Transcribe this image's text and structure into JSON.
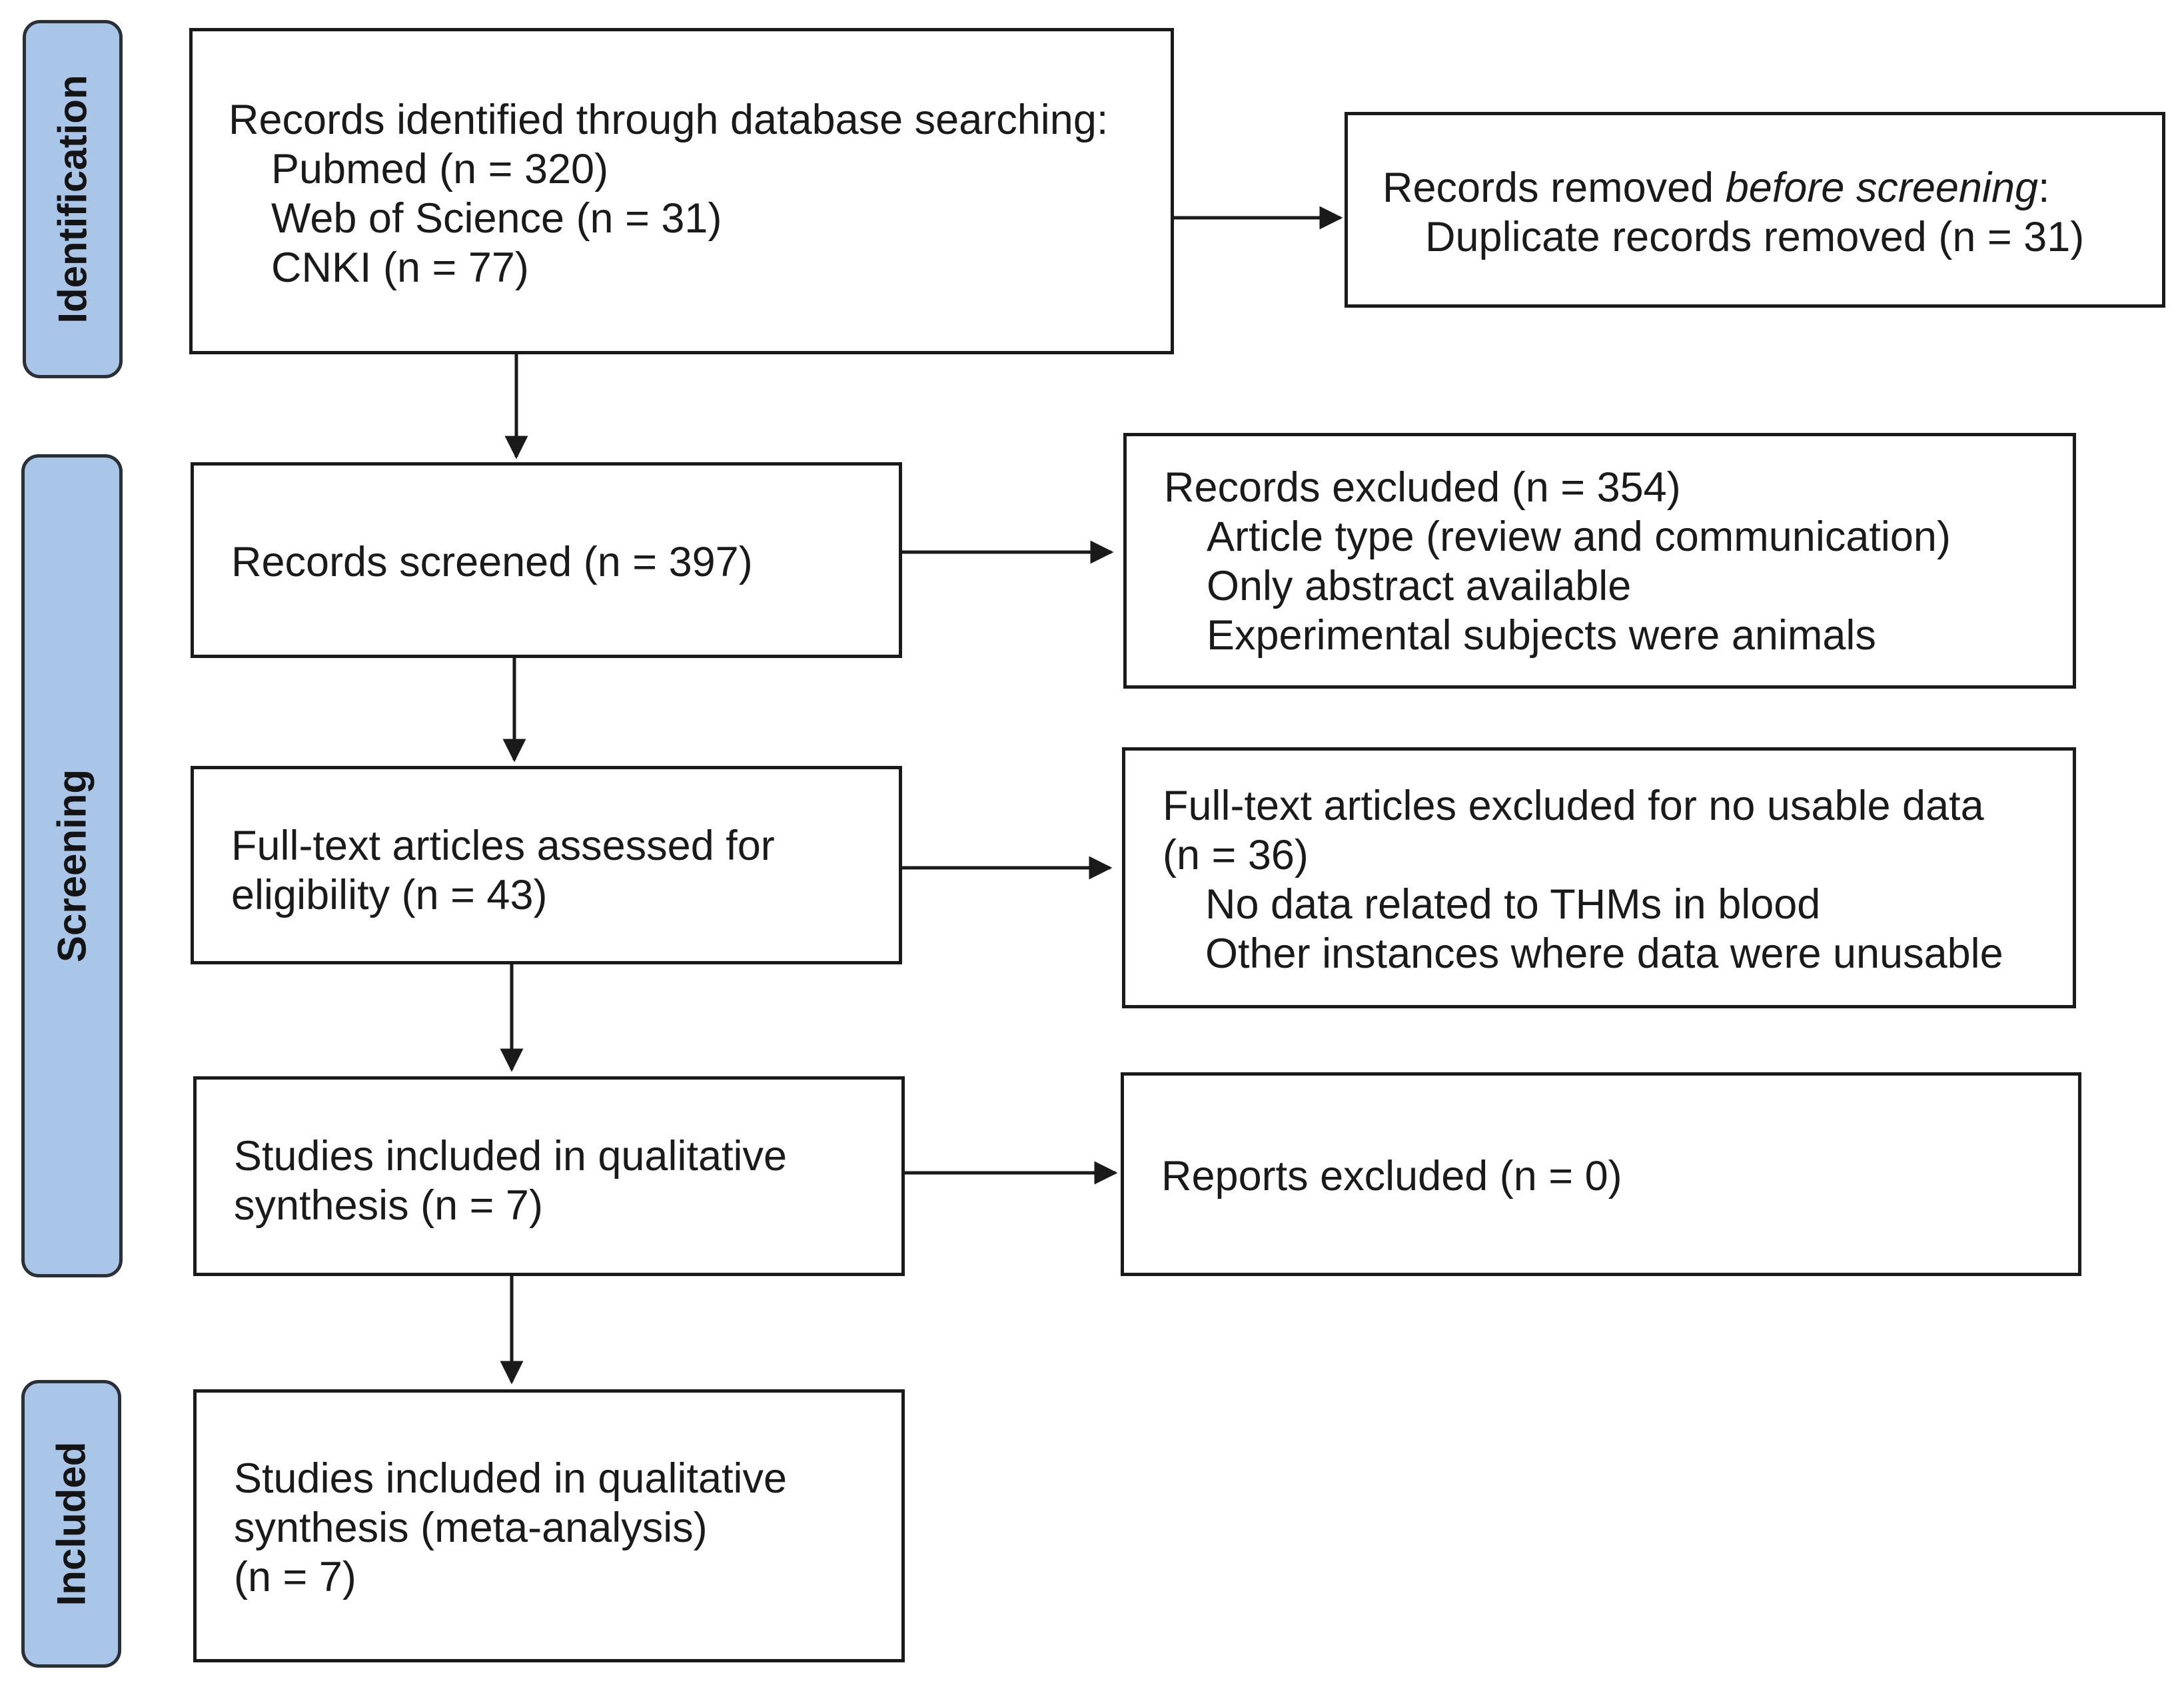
{
  "phases": {
    "identification": "Identification",
    "screening": "Screening",
    "included": "Included"
  },
  "identification": {
    "title": "Records identified through database searching:",
    "sources": [
      "Pubmed (n = 320)",
      "Web of Science (n = 31)",
      "CNKI (n = 77)"
    ]
  },
  "removed": {
    "title_prefix": "Records removed ",
    "title_emph": "before screening",
    "title_suffix": ":",
    "detail": "Duplicate records removed (n = 31)"
  },
  "screened": {
    "text": "Records screened (n = 397)"
  },
  "excluded": {
    "title": "Records excluded (n = 354)",
    "reasons": [
      "Article type (review and communication)",
      "Only abstract available",
      "Experimental subjects were animals"
    ]
  },
  "eligibility": {
    "lines": [
      "Full-text articles assessed for",
      "eligibility (n = 43)"
    ]
  },
  "fulltext_excluded": {
    "lines": [
      "Full-text articles excluded for no usable data",
      "(n = 36)"
    ],
    "reasons": [
      "No data related to THMs in blood",
      "Other instances where data were unusable"
    ]
  },
  "qualitative": {
    "lines": [
      "Studies included in qualitative",
      "synthesis (n = 7)"
    ]
  },
  "reports_excluded": {
    "text": "Reports excluded (n = 0)"
  },
  "meta": {
    "lines": [
      "Studies included in qualitative",
      "synthesis (meta-analysis)",
      "(n = 7)"
    ]
  },
  "colors": {
    "phase_fill": "#a9c5e8",
    "border": "#1a1a1a"
  }
}
